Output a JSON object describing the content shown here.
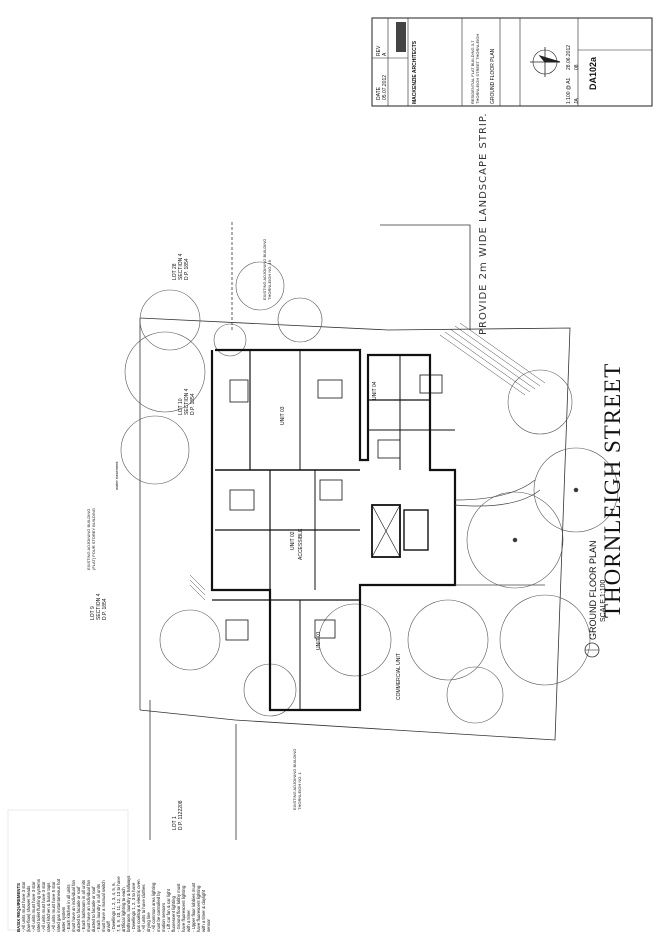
{
  "drawing": {
    "title": "GROUND FLOOR PLAN",
    "scale": "SCALE 1:100",
    "street": "THORNLEIGH STREET",
    "handwritten_note": "PROVIDE 2m WIDE LANDSCAPE STRIP."
  },
  "title_block": {
    "rev_label": "REV",
    "date_label": "DATE",
    "rev_value": "A",
    "date_value": "05.07.2012",
    "firm": "MACKENZIE ARCHITECTS",
    "project": "RESIDENTIAL FLAT BUILDING 3-7 THORNLEIGH STREET THORNLEIGH",
    "sheet_title": "GROUND FLOOR PLAN",
    "scale": "1:100 @ A1",
    "date": "28.06.2012",
    "drawn": "JA",
    "job": "08",
    "drawing_no": "DA102a"
  },
  "labels": {
    "lot_top": "LOT 28",
    "lot_top_sec": "SECTION 4",
    "lot_top_dp": "D.P. 1854",
    "existing_top": "EXISTING ADJOINING BUILDING THORNLEIGH NO. 19",
    "lot_10": "LOT 10",
    "lot_10_sec": "SECTION 4",
    "lot_10_dp": "D.P. 1854",
    "existing_left": "EXISTING ADJOINING BUILDING (FLAT) FOUR STOREY BUILDING",
    "lot_9": "LOT 9",
    "lot_9_sec": "SECTION 4",
    "lot_9_dp": "D.P. 1854",
    "existing_bottom": "EXISTING ADJOINING BUILDING THORNLEIGH NO. 1",
    "lot_1": "LOT 1",
    "lot_1_dp": "D.P. 1122208",
    "unit_03": "UNIT 03",
    "unit_02": "UNIT 02",
    "unit_01": "UNIT 01",
    "unit_04": "UNIT 04",
    "accessible": "ACCESSIBLE",
    "commercial": "COMMERCIAL UNIT",
    "water_easement": "water easement"
  },
  "notes": {
    "heading": "BASIX REQUIREMENTS",
    "lines": [
      "- All units must have 3 star",
      "  (low-flow) shower heads",
      "- All units must have 3 star",
      "  rated toilet flushing systems",
      "- All units must have 3 star",
      "  rated kitchen & basin taps",
      "- All units must have 5 star",
      "  rated gas instantaneous hot",
      "  water system",
      "- Each kitchen in all units",
      "  must have an individual fan",
      "  ducted to facade or roof",
      "- Each bathroom in all units",
      "  must have an individual fan",
      "  ducted to facade or roof",
      "- Each laundry in all units",
      "  must have a manual switch",
      "  on/off",
      "- Dwellings 1, 2, 3, 4, 5, 6,",
      "  7, 8, 9, 10, 11, 12, 13 to have",
      "  artificial lighting to each",
      "  bathroom, laundry & hallways",
      "- Dwellings 1, 2, 3 to have",
      "  gas cooktop & electric oven",
      "- All units to have clothes",
      "  drying line",
      "- All common area lighting",
      "  must be controlled by",
      "  motion sensors",
      "- Lift car fan & car light",
      "  fluorescent lighting",
      "- Ground floor lobby must",
      "  have fluorescent lighting",
      "  with a timer",
      "- Upper floor lobbies must",
      "  have fluorescent lighting",
      "  with a timer & daylight",
      "  sensor"
    ]
  }
}
